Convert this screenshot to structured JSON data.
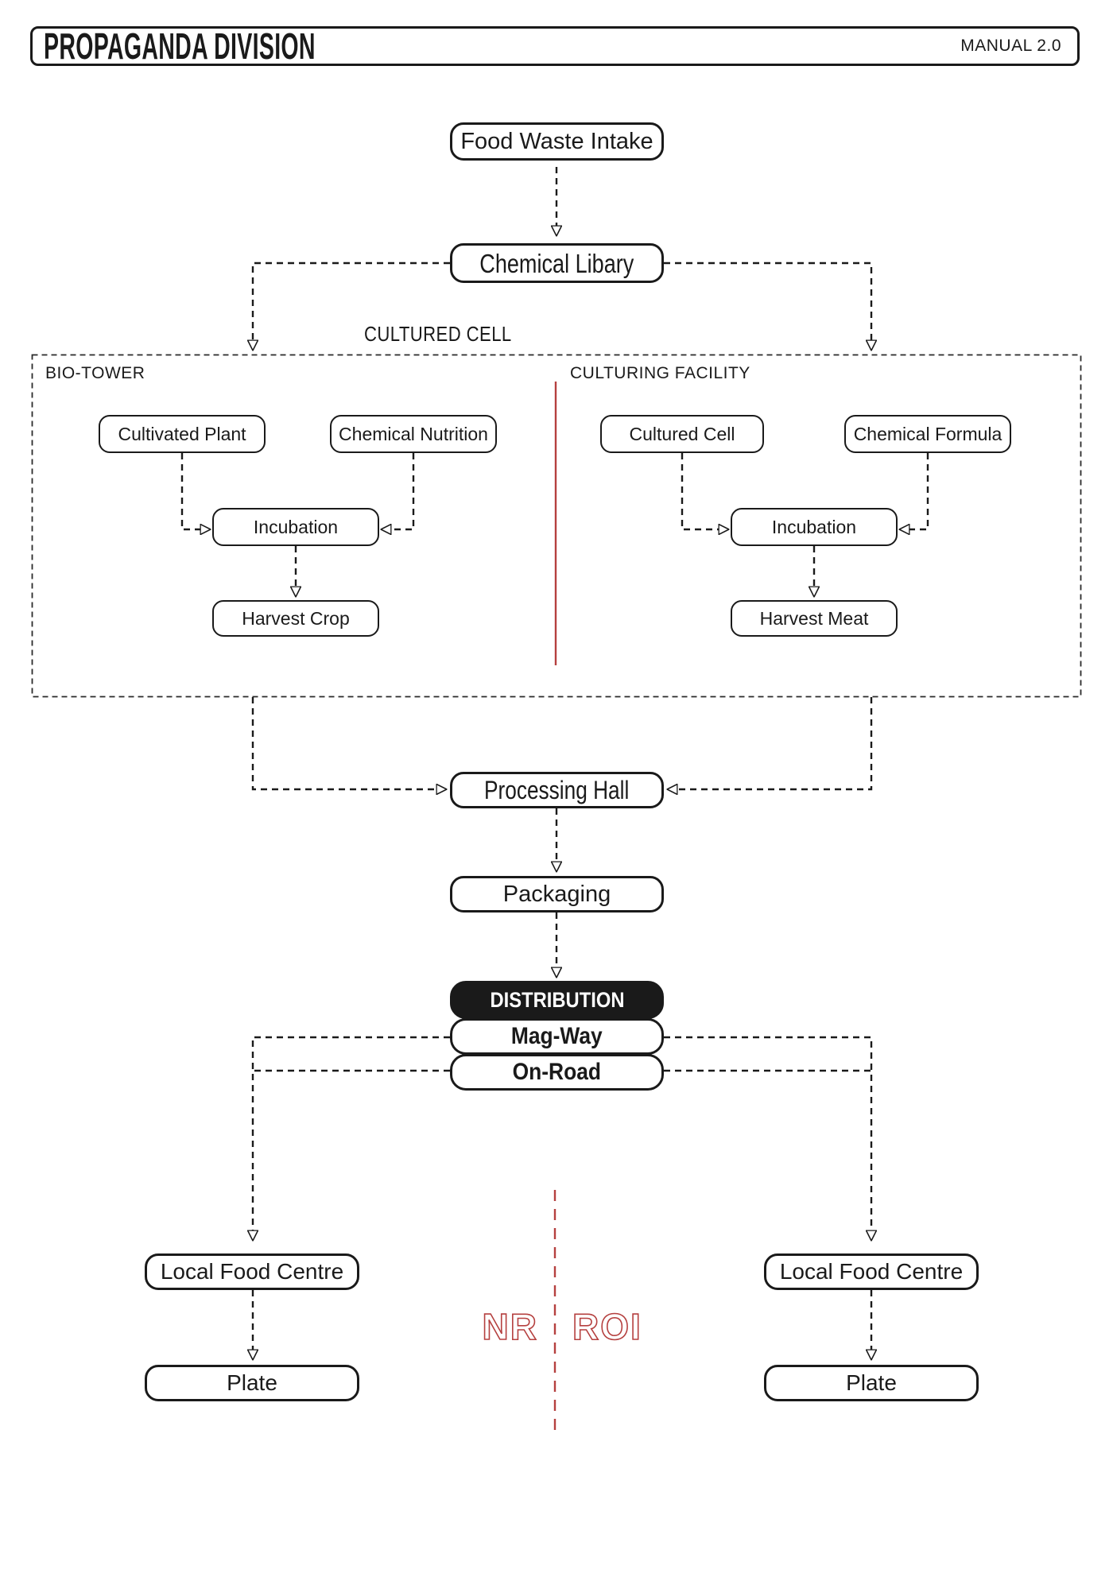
{
  "header": {
    "title": "PROPAGANDA DIVISION",
    "manual": "MANUAL 2.0"
  },
  "colors": {
    "ink": "#1a1a1a",
    "accent_red": "#b5403f",
    "paper": "#ffffff",
    "distribution_bg": "#1a1a1a"
  },
  "sections": {
    "cultured_cell_container": "CULTURED CELL",
    "bio_tower": "BIO-TOWER",
    "culturing_facility": "CULTURING FACILITY"
  },
  "nodes": {
    "food_waste_intake": {
      "label": "Food Waste Intake"
    },
    "chemical_library": {
      "label": "Chemical Libary"
    },
    "cultivated_plant": {
      "label": "Cultivated Plant"
    },
    "chemical_nutrition": {
      "label": "Chemical Nutrition"
    },
    "incubation_left": {
      "label": "Incubation"
    },
    "harvest_crop": {
      "label": "Harvest Crop"
    },
    "cultured_cell": {
      "label": "Cultured Cell"
    },
    "chemical_formula": {
      "label": "Chemical Formula"
    },
    "incubation_right": {
      "label": "Incubation"
    },
    "harvest_meat": {
      "label": "Harvest Meat"
    },
    "processing_hall": {
      "label": "Processing Hall"
    },
    "packaging": {
      "label": "Packaging"
    },
    "distribution": {
      "label": "DISTRIBUTION"
    },
    "mag_way": {
      "label": "Mag-Way"
    },
    "on_road": {
      "label": "On-Road"
    },
    "local_food_centre_left": {
      "label": "Local Food Centre"
    },
    "plate_left": {
      "label": "Plate"
    },
    "local_food_centre_right": {
      "label": "Local Food Centre"
    },
    "plate_right": {
      "label": "Plate"
    }
  },
  "annotations": {
    "region_left": "NR",
    "region_right": "ROI"
  }
}
